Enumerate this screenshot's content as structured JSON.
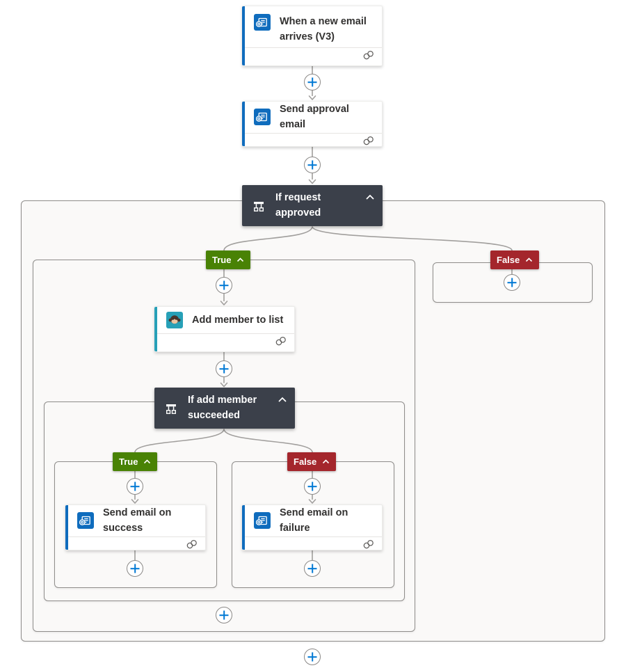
{
  "nodes": {
    "trigger": {
      "title": "When a new email arrives (V3)",
      "icon": "outlook-icon"
    },
    "send_approval": {
      "title": "Send approval email",
      "icon": "outlook-icon"
    },
    "condition_request": {
      "title": "If request approved",
      "icon": "condition-icon",
      "true_label": "True",
      "false_label": "False"
    },
    "add_member": {
      "title": "Add member to list",
      "icon": "mailchimp-icon"
    },
    "condition_add_member": {
      "title": "If add member succeeded",
      "icon": "condition-icon",
      "true_label": "True",
      "false_label": "False"
    },
    "send_success": {
      "title": "Send email on success",
      "icon": "outlook-icon"
    },
    "send_failure": {
      "title": "Send email on failure",
      "icon": "outlook-icon"
    }
  },
  "colors": {
    "accent_blue": "#0f6cbd",
    "plus_blue": "#0078d4",
    "condition_dark": "#3b404a",
    "true_green": "#498205",
    "false_red": "#a4262c",
    "mailchimp_teal": "#27a0b7",
    "connector_gray": "#a19f9d",
    "scope_bg": "#faf9f8",
    "scope_border": "#8f8d8b",
    "card_title": "#323130"
  }
}
